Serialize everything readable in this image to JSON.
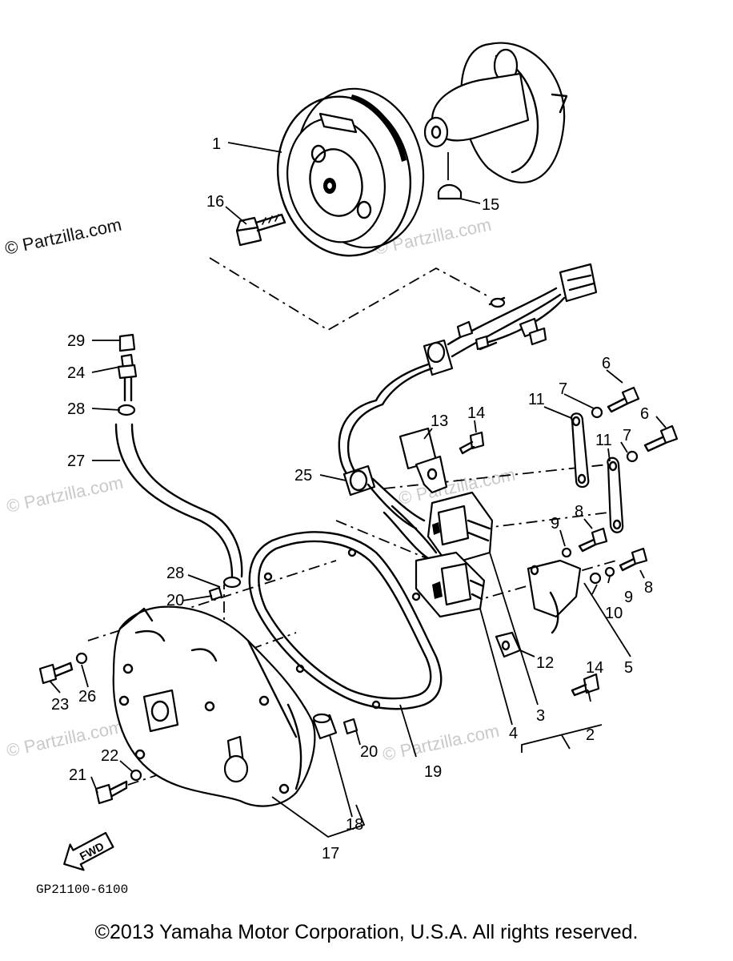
{
  "callouts": [
    "1",
    "2",
    "3",
    "4",
    "5",
    "6",
    "6",
    "7",
    "7",
    "8",
    "8",
    "9",
    "9",
    "10",
    "11",
    "11",
    "12",
    "13",
    "14",
    "14",
    "15",
    "16",
    "17",
    "18",
    "19",
    "20",
    "20",
    "21",
    "22",
    "23",
    "24",
    "25",
    "26",
    "27",
    "28",
    "28",
    "29"
  ],
  "watermarks": {
    "brand": "© Partzilla.com",
    "faint_1": "© Partzilla.com",
    "faint_2": "© Partzilla.com",
    "faint_3": "© Partzilla.com",
    "faint_4": "© Partzilla.com",
    "faint_5": "© Partzilla.com"
  },
  "fwd_label": "FWD",
  "drawing_code": "GP21100-6100",
  "copyright": "©2013  Yamaha Motor Corporation, U.S.A. All rights reserved."
}
